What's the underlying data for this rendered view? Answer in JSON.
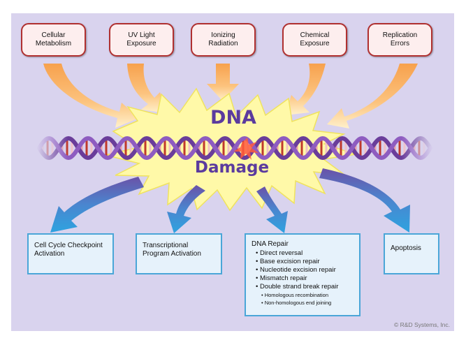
{
  "causes": [
    {
      "line1": "Cellular",
      "line2": "Metabolism"
    },
    {
      "line1": "UV Light",
      "line2": "Exposure"
    },
    {
      "line1": "Ionizing",
      "line2": "Radiation"
    },
    {
      "line1": "Chemical",
      "line2": "Exposure"
    },
    {
      "line1": "Replication",
      "line2": "Errors"
    }
  ],
  "center": {
    "word1": "DNA",
    "word2": "Damage"
  },
  "outcomes": {
    "checkpoint": {
      "line1": "Cell Cycle Checkpoint",
      "line2": "Activation"
    },
    "transcription": {
      "line1": "Transcriptional",
      "line2": "Program Activation"
    },
    "repair": {
      "title": "DNA Repair",
      "items": [
        "• Direct reversal",
        "• Base excision repair",
        "• Nucleotide excision repair",
        "• Mismatch repair",
        "• Double strand break repair"
      ],
      "subitems": [
        "• Homologous recombination",
        "• Non-homologous end joining"
      ]
    },
    "apoptosis": {
      "label": "Apoptosis"
    }
  },
  "copyright": "© R&D Systems, Inc.",
  "colors": {
    "background": "#d9d3ee",
    "cause_border": "#b03030",
    "cause_fill": "#fdeeee",
    "burst_fill": "#fff9a8",
    "dna_strand": "#6a3d9a",
    "center_text": "#5b3b9e",
    "outcome_border": "#4aa6d8",
    "outcome_fill": "#e6f2fb"
  }
}
